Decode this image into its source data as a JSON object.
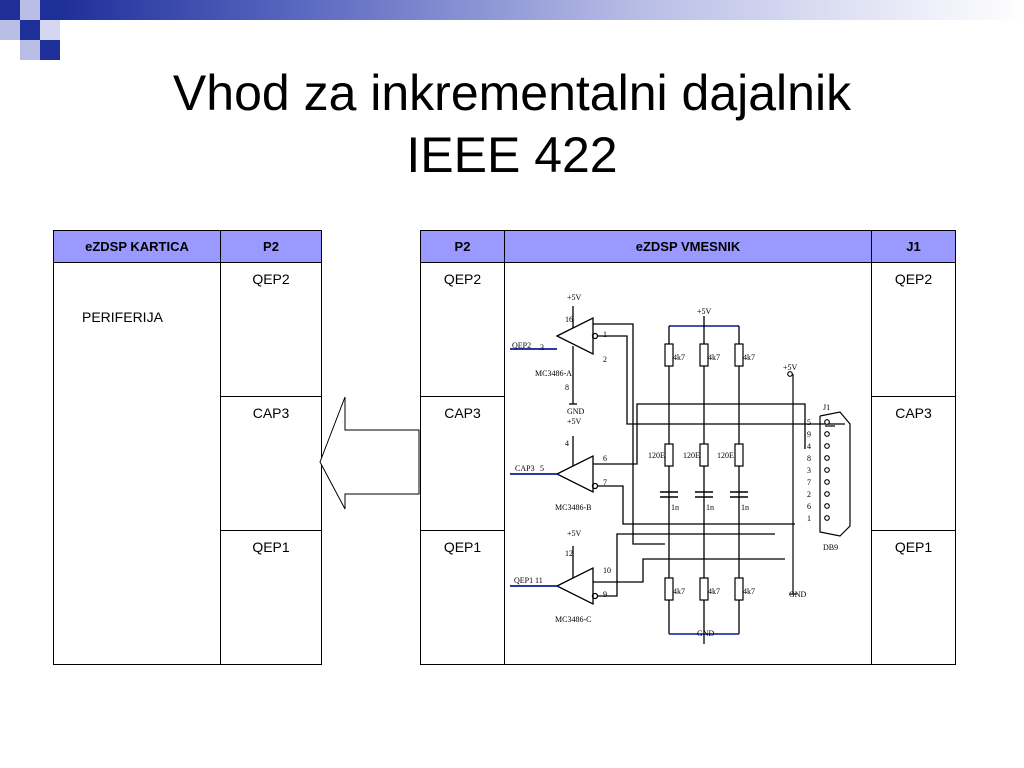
{
  "slide": {
    "title_line1": "Vhod za inkrementalni dajalnik",
    "title_line2": "IEEE 422"
  },
  "left_table": {
    "headers": [
      "eZDSP KARTICA",
      "P2"
    ],
    "periferija": "PERIFERIJA",
    "signals": [
      "QEP2",
      "CAP3",
      "QEP1"
    ]
  },
  "right_table": {
    "headers": [
      "P2",
      "eZDSP VMESNIK",
      "J1"
    ],
    "p2_signals": [
      "QEP2",
      "CAP3",
      "QEP1"
    ],
    "j1_signals": [
      "QEP2",
      "CAP3",
      "QEP1"
    ]
  },
  "schematic": {
    "vcc": "+5V",
    "gnd": "GND",
    "gnd_bottom": "GND",
    "inputs": [
      "QEP2",
      "CAP3",
      "QEP1"
    ],
    "amp_names": [
      "MC3486-A",
      "MC3486-B",
      "MC3486-C"
    ],
    "amp_in_pins": [
      "3",
      "5",
      "11"
    ],
    "amp_out_pins": [
      [
        "1",
        "2"
      ],
      [
        "6",
        "7"
      ],
      [
        "10",
        "9"
      ]
    ],
    "amp_vcc_pins": [
      "16",
      "4",
      "12"
    ],
    "amp_gnd_pin": "8",
    "pullups": [
      "4k7",
      "4k7",
      "4k7"
    ],
    "terminations": [
      "120E",
      "120E",
      "120E"
    ],
    "caps": [
      "1n",
      "1n",
      "1n"
    ],
    "pulldowns": [
      "4k7",
      "4k7",
      "4k7"
    ],
    "connector_ref": "J1",
    "connector_name": "DB9",
    "connector_pins": [
      "5",
      "9",
      "4",
      "8",
      "3",
      "7",
      "2",
      "6",
      "1"
    ]
  }
}
